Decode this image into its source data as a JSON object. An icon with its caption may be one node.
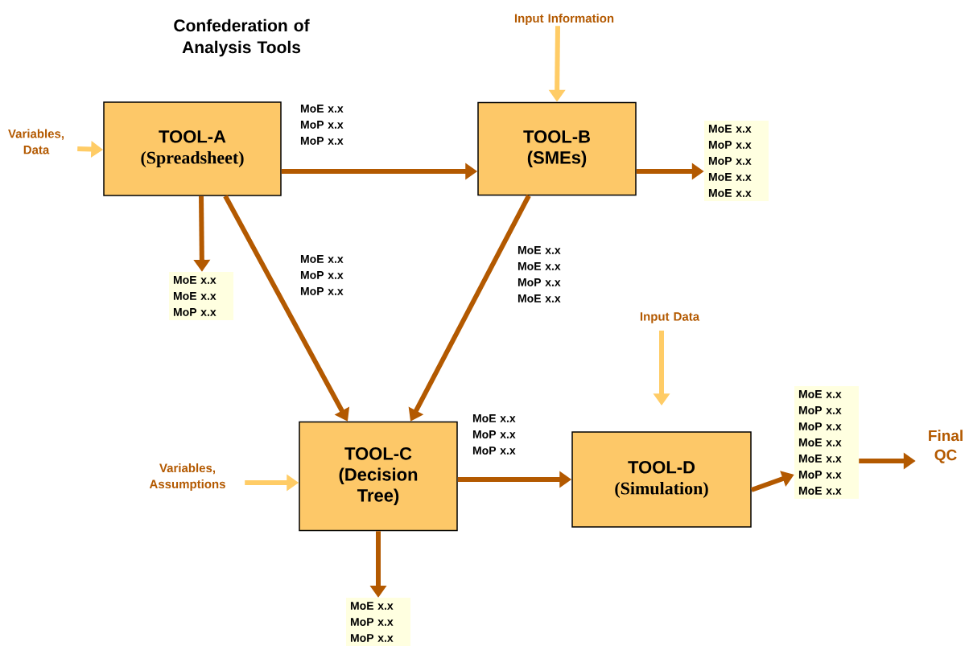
{
  "diagram": {
    "title": "Confederation of Analysis Tools",
    "nodes": [
      {
        "text": [
          "TOOL-A",
          "(Spreadsheet)"
        ]
      },
      {
        "text": [
          "TOOL-B",
          "(SMEs)"
        ]
      },
      {
        "text": [
          "TOOL-C",
          "(Decision Tree)"
        ]
      },
      {
        "text": [
          "TOOL-D",
          "(Simulation)"
        ]
      },
      {
        "text": [
          "Variables, Data"
        ]
      },
      {
        "text": [
          "Input Information"
        ]
      },
      {
        "text": [
          "Variables, Assumptions"
        ]
      },
      {
        "text": [
          "Input Data"
        ]
      },
      {
        "text": [
          "Final QC"
        ]
      },
      {
        "text": [
          "MoE x.x MoE x.x MoP x.x"
        ]
      },
      {
        "text": [
          "MoE x.x MoP x.x MoP x.x MoE x.x MoE x.x"
        ]
      },
      {
        "text": [
          "MoE x.x MoP x.x MoP x.x"
        ]
      },
      {
        "text": [
          "MoE x.x MoP x.x MoP x.x MoE x.x MoE x.x MoP x.x MoE x.x"
        ]
      }
    ],
    "edges": [
      {
        "from": 0,
        "to": 1,
        "arrow": "to",
        "label": "MoE x.x MoP x.x MoP x.x"
      },
      {
        "from": 0,
        "to": 2,
        "arrow": "to",
        "label": "MoE x.x MoP x.x MoP x.x"
      },
      {
        "from": 1,
        "to": 2,
        "arrow": "to",
        "label": "MoE x.x MoE x.x MoP x.x MoE x.x"
      },
      {
        "from": 2,
        "to": 3,
        "arrow": "to",
        "label": "MoE x.x MoP x.x MoP x.x"
      },
      {
        "from": 0,
        "to": 9,
        "arrow": "to"
      },
      {
        "from": 1,
        "to": 10,
        "arrow": "to"
      },
      {
        "from": 2,
        "to": 11,
        "arrow": "to"
      },
      {
        "from": 3,
        "to": 12,
        "arrow": "to"
      },
      {
        "from": 12,
        "to": 8,
        "arrow": "to"
      },
      {
        "from": 4,
        "to": 0,
        "arrow": "to",
        "color": "#ffcc66"
      },
      {
        "from": 5,
        "to": 1,
        "arrow": "to",
        "color": "#ffcc66"
      },
      {
        "from": 6,
        "to": 2,
        "arrow": "to",
        "color": "#ffcc66"
      },
      {
        "from": 7,
        "to": 3,
        "arrow": "to",
        "color": "#ffcc66"
      }
    ]
  }
}
